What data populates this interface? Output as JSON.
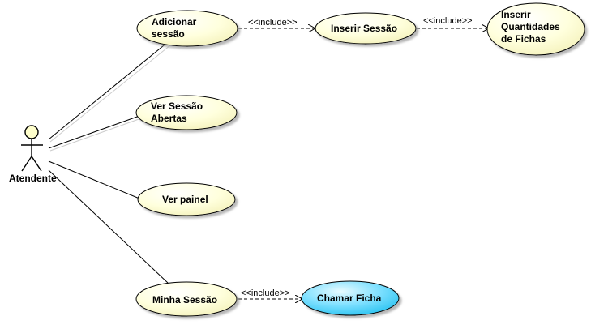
{
  "actor": {
    "name": "Atendente"
  },
  "use_cases": {
    "adicionar_sessao": {
      "lines": [
        "Adicionar",
        "sessão"
      ],
      "fill": "#ffffcc"
    },
    "ver_sessao_abertas": {
      "lines": [
        "Ver Sessão",
        "Abertas"
      ],
      "fill": "#ffffcc"
    },
    "ver_painel": {
      "lines": [
        "Ver painel"
      ],
      "fill": "#ffffcc"
    },
    "minha_sessao": {
      "lines": [
        "Minha Sessão"
      ],
      "fill": "#ffffcc"
    },
    "inserir_sessao": {
      "lines": [
        "Inserir Sessão"
      ],
      "fill": "#ffffcc"
    },
    "inserir_quantidades": {
      "lines": [
        "Inserir",
        "Quantidades",
        "de Fichas"
      ],
      "fill": "#ffffcc"
    },
    "chamar_ficha": {
      "lines": [
        "Chamar Ficha"
      ],
      "fill": "#33ccff"
    }
  },
  "relations": {
    "include_label": "<<include>>"
  }
}
